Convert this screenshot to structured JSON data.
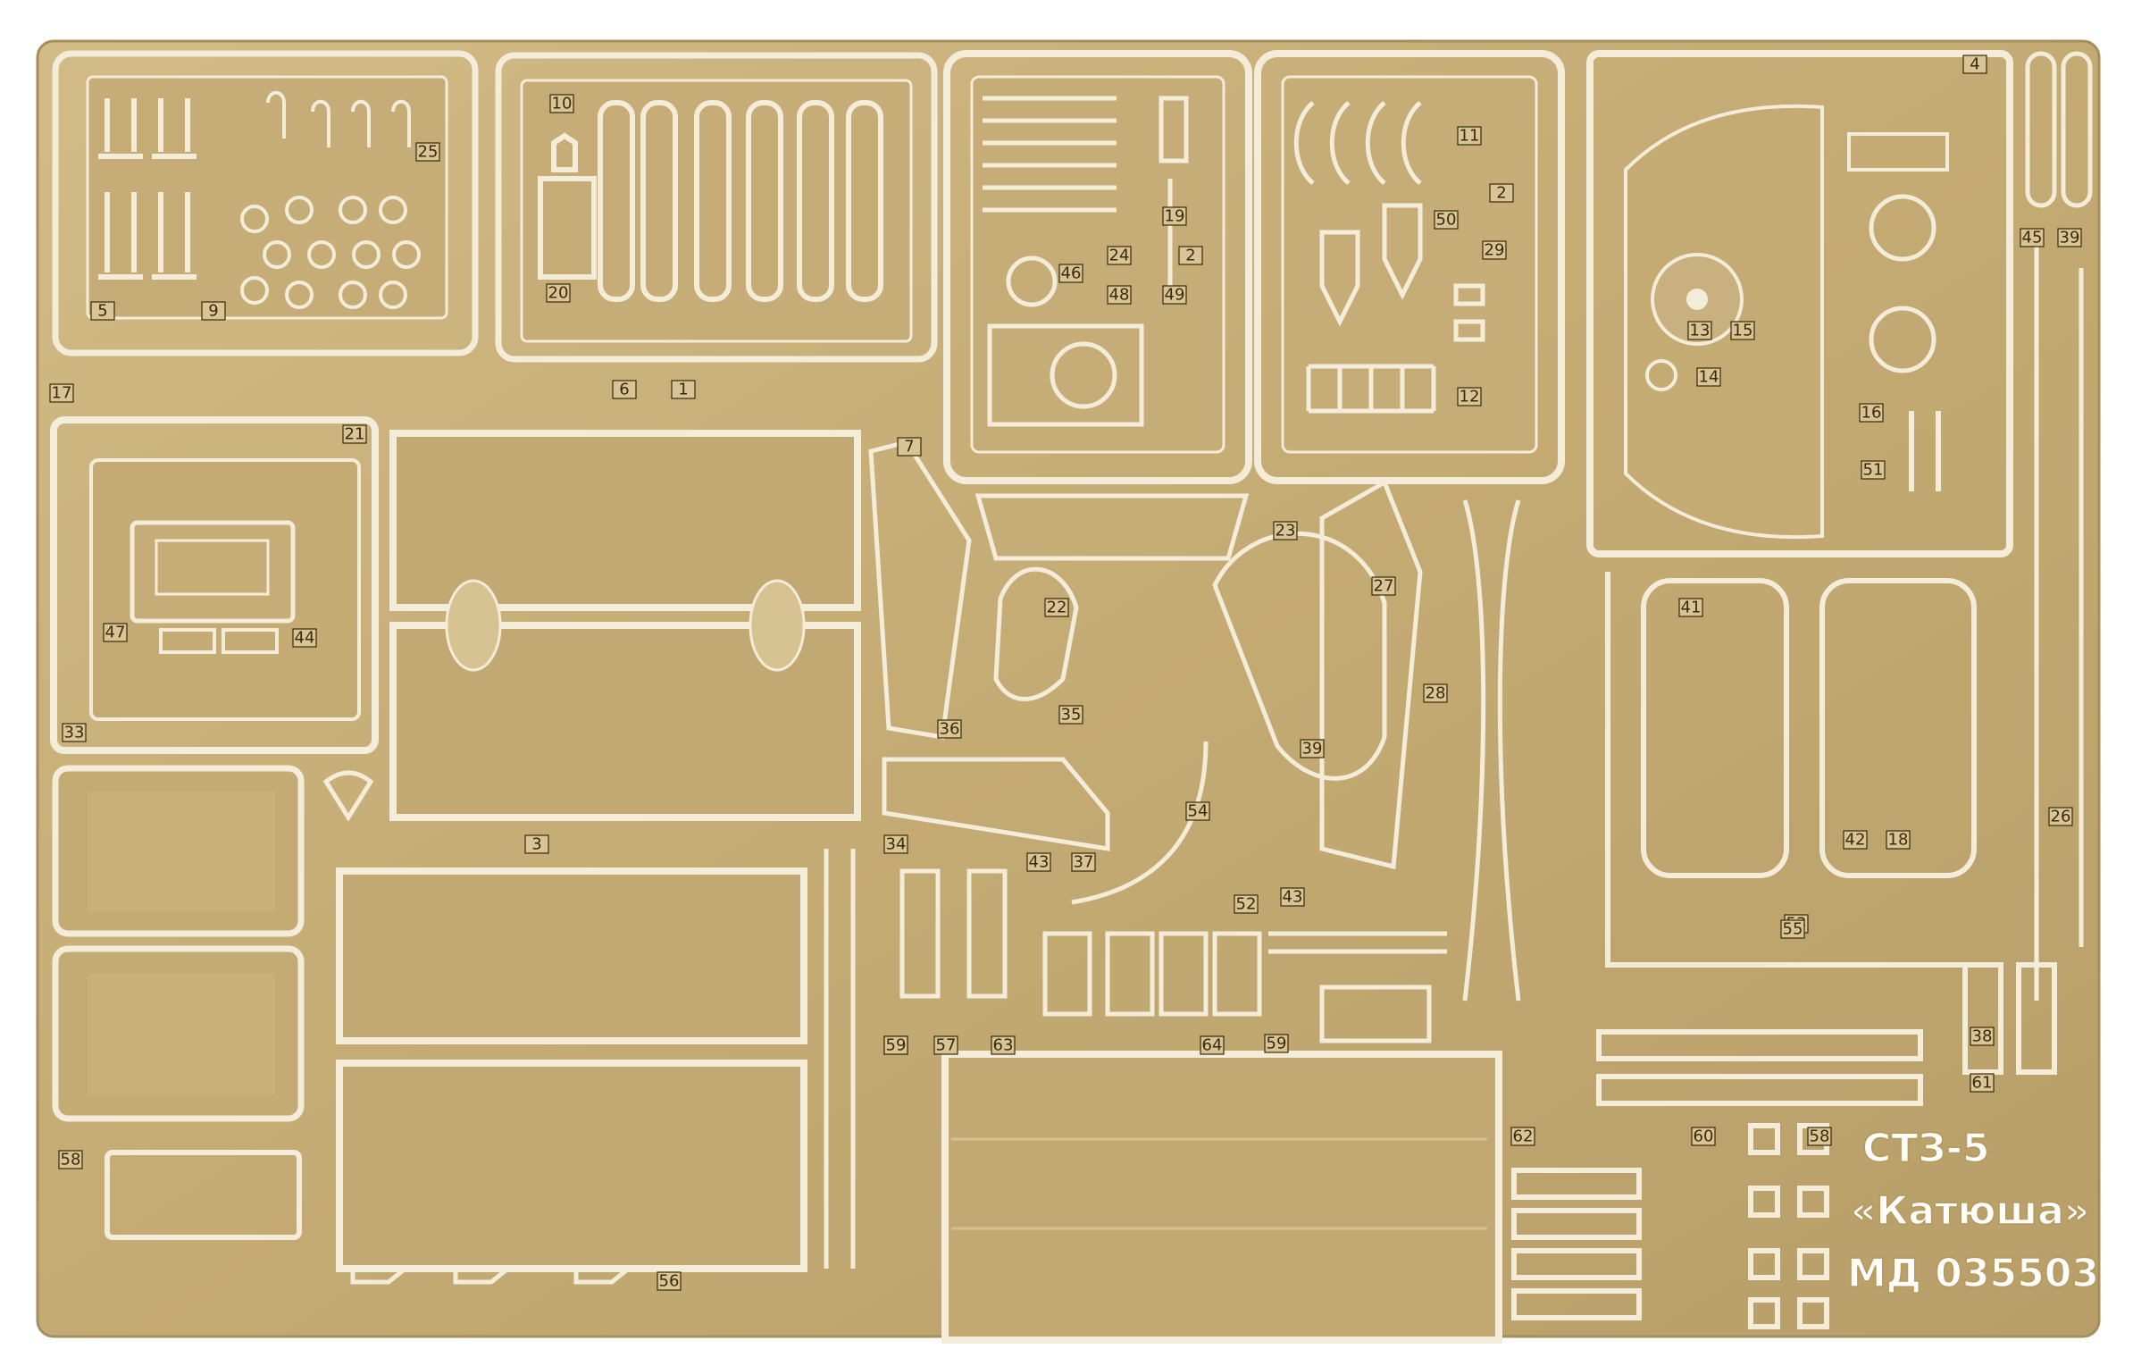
{
  "image": {
    "kind": "photo-etched brass detail set",
    "colors": {
      "background": "#ffffff",
      "brass": "#c9b07a",
      "brass_dark": "#a58f5c",
      "brass_light": "#dcc796",
      "gap": "#f3ecd9",
      "number_text": "#3a2a08"
    }
  },
  "sheet_text": {
    "model": "СТЗ-5",
    "name": "«Катюша»",
    "code": "МД 035503"
  },
  "part_numbers": [
    "1",
    "2",
    "2",
    "3",
    "4",
    "5",
    "6",
    "7",
    "9",
    "10",
    "11",
    "12",
    "13",
    "14",
    "15",
    "16",
    "17",
    "18",
    "19",
    "20",
    "21",
    "22",
    "23",
    "24",
    "25",
    "26",
    "27",
    "28",
    "29",
    "33",
    "34",
    "35",
    "36",
    "37",
    "38",
    "39",
    "41",
    "42",
    "43",
    "44",
    "45",
    "46",
    "47",
    "48",
    "49",
    "50",
    "51",
    "52",
    "53",
    "54",
    "55",
    "56",
    "57",
    "58",
    "58",
    "59",
    "60",
    "61",
    "62",
    "63",
    "64"
  ]
}
